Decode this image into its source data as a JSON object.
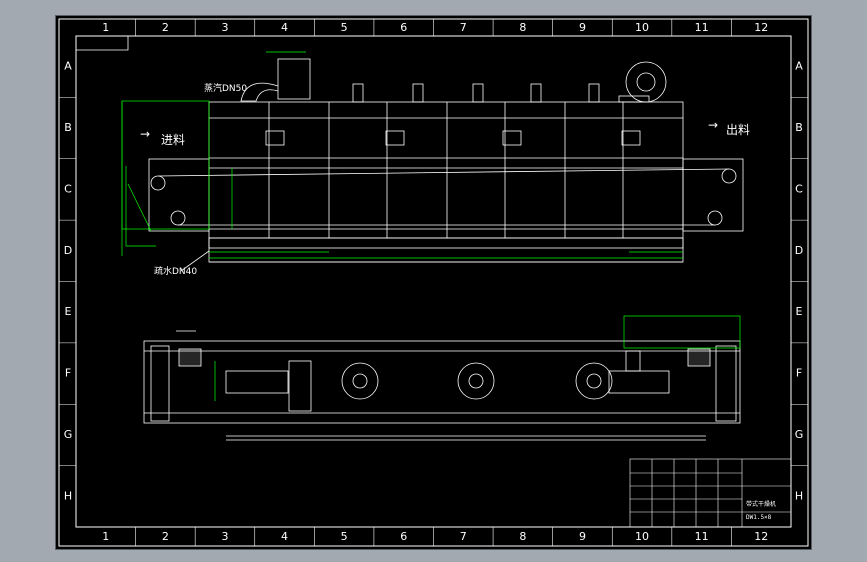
{
  "drawing": {
    "col_labels": [
      "1",
      "2",
      "3",
      "4",
      "5",
      "6",
      "7",
      "8",
      "9",
      "10",
      "11",
      "12"
    ],
    "row_labels": [
      "A",
      "B",
      "C",
      "D",
      "E",
      "F",
      "G",
      "H"
    ],
    "notes": {
      "steam_inlet": "蒸汽DN50",
      "feed_in": "进料",
      "discharge": "出料",
      "drain": "疏水DN40"
    },
    "title_block": {
      "title": "带式干燥机",
      "code": "DW1.5×8"
    },
    "colors": {
      "background": "#000000",
      "line": "#ffffff",
      "dimension": "#00ff00",
      "window": "#a3a9b1"
    }
  }
}
